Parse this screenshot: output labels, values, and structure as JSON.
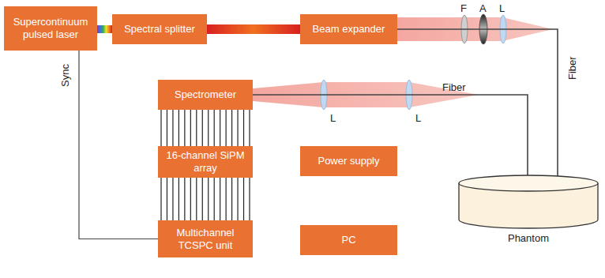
{
  "diagram": {
    "nodes": [
      {
        "text": [
          "Supercontinuum pulsed laser"
        ]
      },
      {
        "text": [
          "Spectral splitter"
        ]
      },
      {
        "text": [
          "Beam expander"
        ]
      },
      {
        "text": [
          "Spectrometer"
        ]
      },
      {
        "text": [
          "16-channel SiPM array"
        ]
      },
      {
        "text": [
          "Power supply"
        ]
      },
      {
        "text": [
          "Multichannel TCSPC unit"
        ]
      },
      {
        "text": [
          "PC"
        ]
      },
      {
        "text": [
          "Phantom"
        ]
      }
    ],
    "edges": [
      {
        "from": 0,
        "to": 1,
        "arrow": "none"
      },
      {
        "from": 1,
        "to": 2,
        "arrow": "none"
      },
      {
        "from": 2,
        "to": 8,
        "arrow": "none"
      },
      {
        "from": 8,
        "to": 3,
        "arrow": "none"
      },
      {
        "from": 3,
        "to": 4,
        "arrow": "none"
      },
      {
        "from": 4,
        "to": 6,
        "arrow": "none"
      },
      {
        "from": 0,
        "to": 6,
        "arrow": "none"
      }
    ],
    "labels": [
      "F",
      "A",
      "L",
      "L",
      "L",
      "Fiber",
      "Fiber",
      "Sync"
    ]
  }
}
